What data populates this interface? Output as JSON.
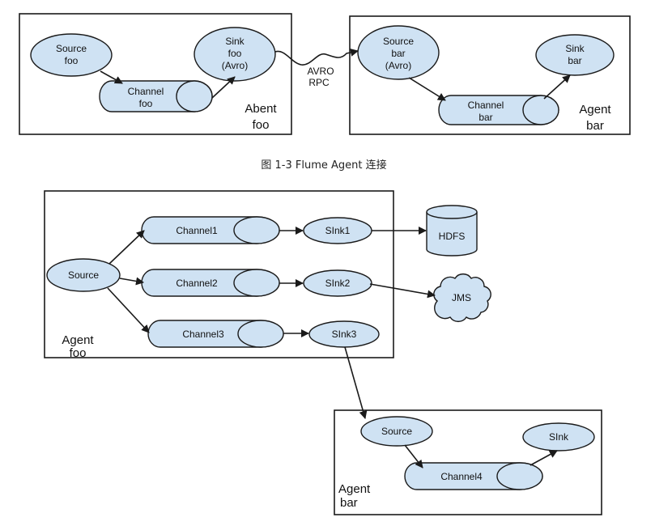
{
  "colors": {
    "node_fill": "#cfe2f3",
    "stroke": "#1a1a1a"
  },
  "caption": "图 1-3 Flume Agent 连接",
  "top": {
    "agent_foo": {
      "label": [
        "Abent",
        "foo"
      ],
      "source": [
        "Source",
        "foo"
      ],
      "channel": [
        "Channel",
        "foo"
      ],
      "sink": [
        "Sink",
        "foo",
        "(Avro)"
      ]
    },
    "rpc": [
      "AVRO",
      "RPC"
    ],
    "agent_bar": {
      "label": [
        "Agent",
        "bar"
      ],
      "source": [
        "Source",
        "bar",
        "(Avro)"
      ],
      "channel": [
        "Channel",
        "bar"
      ],
      "sink": [
        "Sink",
        "bar"
      ]
    }
  },
  "bottom": {
    "agent_foo": {
      "label": [
        "Agent",
        "foo"
      ],
      "source": "Source",
      "channels": [
        "Channel1",
        "Channel2",
        "Channel3"
      ],
      "sinks": [
        "SInk1",
        "SInk2",
        "SInk3"
      ]
    },
    "hdfs": "HDFS",
    "jms": "JMS",
    "agent_bar": {
      "label": [
        "Agent",
        "bar"
      ],
      "source": "Source",
      "channel": "Channel4",
      "sink": "SInk"
    }
  }
}
